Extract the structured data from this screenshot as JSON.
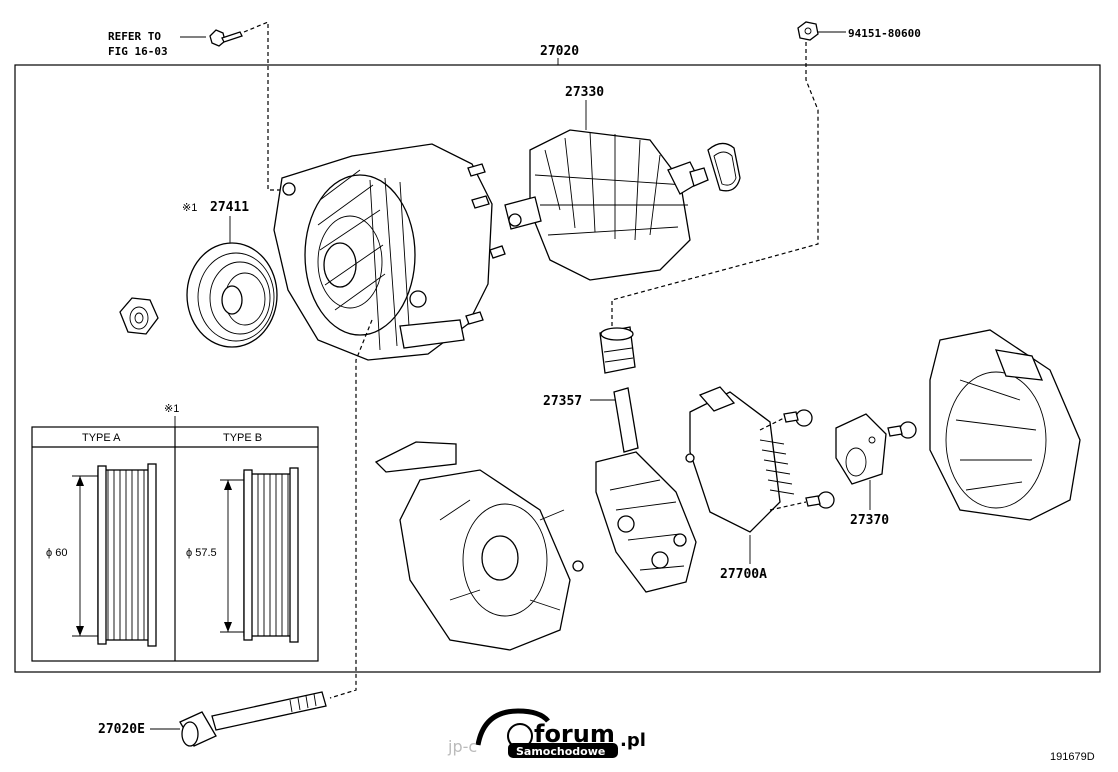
{
  "labels": {
    "refer_to": "REFER TO",
    "fig_ref": "FIG 16-03",
    "assembly": "27020",
    "nut_part": "94151-80600",
    "rotor": "27330",
    "pulley_marker": "※1",
    "pulley": "27411",
    "holder": "27357",
    "regulator": "27700A",
    "cover": "27370",
    "bolt": "27020E",
    "figure_id": "191679D"
  },
  "inset": {
    "marker": "※1",
    "type_a": "TYPE A",
    "type_b": "TYPE B",
    "dim_a": "ϕ 60",
    "dim_b": "ϕ 57.5"
  },
  "watermark": {
    "brand": "forum",
    "tld": ".pl",
    "sub": "Samochodowe",
    "faint": "jp-c"
  }
}
